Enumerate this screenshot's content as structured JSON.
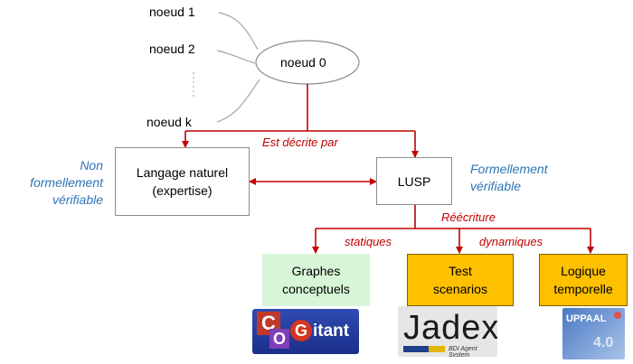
{
  "nodes": {
    "noeud1": "noeud  1",
    "noeud2": "noeud 2",
    "noeudk": "noeud k",
    "noeud0": "noeud 0",
    "langage_line1": "Langage naturel",
    "langage_line2": "(expertise)",
    "lusp": "LUSP",
    "graphes_line1": "Graphes",
    "graphes_line2": "conceptuels",
    "test_line1": "Test",
    "test_line2": "scenarios",
    "logique_line1": "Logique",
    "logique_line2": "temporelle"
  },
  "side_labels": {
    "non_formel_1": "Non",
    "non_formel_2": "formellement",
    "non_formel_3": "vérifiable",
    "formel_1": "Formellement",
    "formel_2": "vérifiable"
  },
  "edge_labels": {
    "decrite": "Est décrite par",
    "reecriture": "Réécriture",
    "statiques": "statiques",
    "dynamiques": "dynamiques"
  },
  "logos": {
    "cogitant_c": "C",
    "cogitant_o": "O",
    "cogitant_g": "G",
    "cogitant_rest": "itant",
    "jadex": "Jadex",
    "jadex_sub": "BDI Agent System",
    "uppaal": "UPPAAL",
    "uppaal_version": "4.0"
  },
  "colors": {
    "arrow": "#c00000",
    "side_text": "#2e75b6",
    "green_box": "#d7f5d7",
    "orange_box": "#ffc000"
  }
}
